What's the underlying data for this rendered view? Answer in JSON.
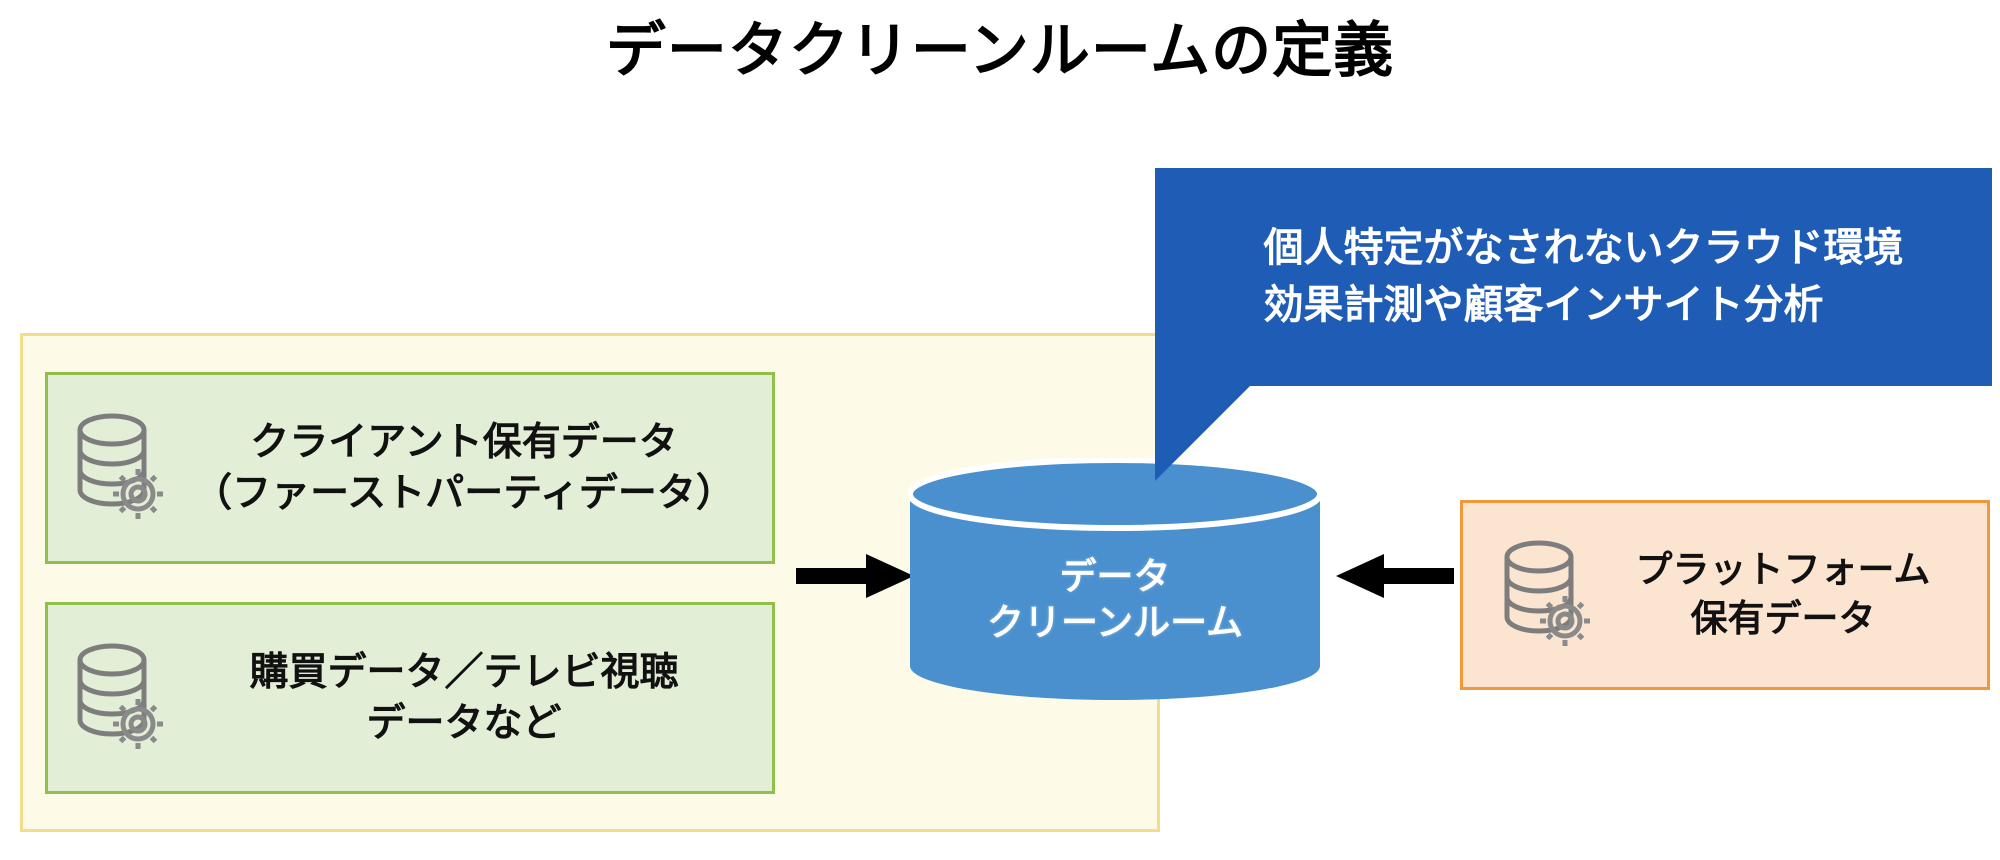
{
  "page": {
    "title": "データクリーンルームの定義",
    "background_color": "#ffffff"
  },
  "colors": {
    "container_fill": "#fdfae8",
    "container_border": "#f3dd8a",
    "green_fill": "#e3eed6",
    "green_border": "#8ec04a",
    "orange_fill": "#fbe5d0",
    "orange_border": "#ed9a3c",
    "cylinder_fill": "#4a90cf",
    "callout_fill": "#1f5cb5",
    "arrow_color": "#000000",
    "icon_color": "#808080",
    "text_color": "#111111",
    "callout_text_color": "#ffffff"
  },
  "container": {
    "name": "data-sources-container"
  },
  "sources": {
    "client": {
      "label": "クライアント保有データ\n（ファーストパーティデータ）",
      "icon": "database-gear-icon"
    },
    "purchase": {
      "label": "購買データ／テレビ視聴\nデータなど",
      "icon": "database-gear-icon"
    },
    "platform": {
      "label": "プラットフォーム\n保有データ",
      "icon": "database-gear-icon"
    }
  },
  "cylinder": {
    "label": "データ\nクリーンルーム",
    "icon": "cylinder-shape"
  },
  "arrows": {
    "left": {
      "icon": "arrow-right-icon",
      "direction": "right"
    },
    "right": {
      "icon": "arrow-left-icon",
      "direction": "left"
    }
  },
  "callout": {
    "text": "個人特定がなされないクラウド環境\n効果計測や顧客インサイト分析",
    "tail_icon": "callout-tail-triangle"
  }
}
